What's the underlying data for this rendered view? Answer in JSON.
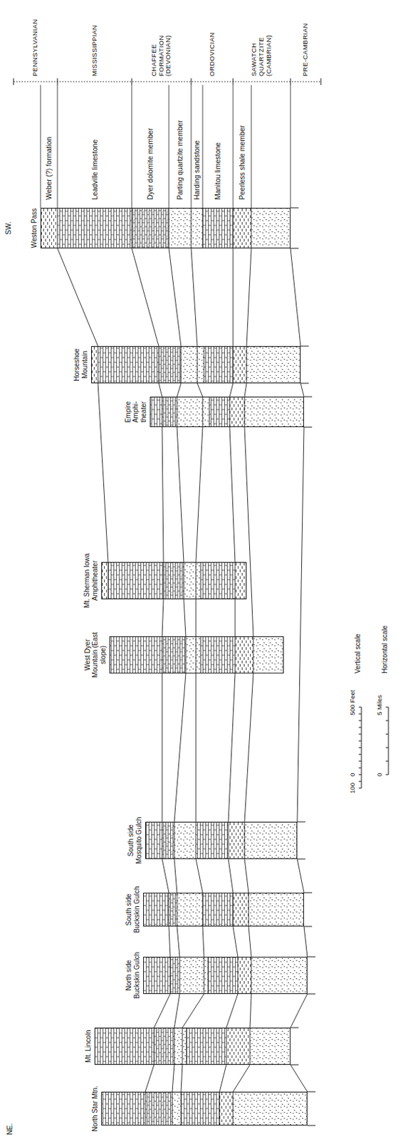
{
  "diagram": {
    "nodes": [
      {
        "text": [
          "Weston Pass"
        ]
      },
      {
        "text": [
          "Horseshoe Mountain"
        ]
      },
      {
        "text": [
          "Empire Amphi- theater"
        ]
      },
      {
        "text": [
          "Mt. Sherman Iowa Amphitheater"
        ]
      },
      {
        "text": [
          "West Dyer Mountain (East slope)"
        ]
      },
      {
        "text": [
          "South side Mosquito Gulch"
        ]
      },
      {
        "text": [
          "South side Buckskin Gulch"
        ]
      },
      {
        "text": [
          "North side Buckskin Gulch"
        ]
      },
      {
        "text": [
          "Mt. Lincoln"
        ]
      },
      {
        "text": [
          "North Star Mtn."
        ]
      }
    ],
    "edges": [
      {
        "from": 0,
        "to": 1,
        "arrow": "none"
      },
      {
        "from": 0,
        "to": 1,
        "arrow": "none"
      },
      {
        "from": 0,
        "to": 1,
        "arrow": "none"
      },
      {
        "from": 0,
        "to": 1,
        "arrow": "none"
      },
      {
        "from": 0,
        "to": 1,
        "arrow": "none"
      },
      {
        "from": 0,
        "to": 1,
        "arrow": "none"
      },
      {
        "from": 0,
        "to": 1,
        "arrow": "none"
      },
      {
        "from": 1,
        "to": 3,
        "arrow": "none"
      },
      {
        "from": 1,
        "to": 2,
        "arrow": "none"
      },
      {
        "from": 1,
        "to": 2,
        "arrow": "none"
      },
      {
        "from": 1,
        "to": 2,
        "arrow": "none"
      },
      {
        "from": 1,
        "to": 2,
        "arrow": "none"
      },
      {
        "from": 1,
        "to": 2,
        "arrow": "none"
      },
      {
        "from": 1,
        "to": 2,
        "arrow": "none"
      },
      {
        "from": 2,
        "to": 3,
        "arrow": "none"
      },
      {
        "from": 2,
        "to": 3,
        "arrow": "none"
      },
      {
        "from": 2,
        "to": 3,
        "arrow": "none"
      },
      {
        "from": 2,
        "to": 3,
        "arrow": "none"
      },
      {
        "from": 2,
        "to": 4,
        "arrow": "none"
      },
      {
        "from": 2,
        "to": 5,
        "arrow": "none"
      },
      {
        "from": 3,
        "to": 4,
        "arrow": "none"
      },
      {
        "from": 3,
        "to": 4,
        "arrow": "none"
      },
      {
        "from": 3,
        "to": 4,
        "arrow": "none"
      },
      {
        "from": 3,
        "to": 4,
        "arrow": "none"
      },
      {
        "from": 4,
        "to": 5,
        "arrow": "none"
      },
      {
        "from": 4,
        "to": 5,
        "arrow": "none"
      },
      {
        "from": 4,
        "to": 5,
        "arrow": "none"
      },
      {
        "from": 4,
        "to": 5,
        "arrow": "none"
      },
      {
        "from": 4,
        "to": 5,
        "arrow": "none"
      },
      {
        "from": 5,
        "to": 6,
        "arrow": "none"
      },
      {
        "from": 5,
        "to": 6,
        "arrow": "none"
      },
      {
        "from": 5,
        "to": 6,
        "arrow": "none"
      },
      {
        "from": 5,
        "to": 6,
        "arrow": "none"
      },
      {
        "from": 5,
        "to": 6,
        "arrow": "none"
      },
      {
        "from": 5,
        "to": 6,
        "arrow": "none"
      },
      {
        "from": 6,
        "to": 7,
        "arrow": "none"
      },
      {
        "from": 6,
        "to": 7,
        "arrow": "none"
      },
      {
        "from": 6,
        "to": 7,
        "arrow": "none"
      },
      {
        "from": 6,
        "to": 7,
        "arrow": "none"
      },
      {
        "from": 6,
        "to": 7,
        "arrow": "none"
      },
      {
        "from": 6,
        "to": 7,
        "arrow": "none"
      },
      {
        "from": 7,
        "to": 8,
        "arrow": "none"
      },
      {
        "from": 7,
        "to": 8,
        "arrow": "none"
      },
      {
        "from": 7,
        "to": 8,
        "arrow": "none"
      },
      {
        "from": 7,
        "to": 8,
        "arrow": "none"
      },
      {
        "from": 7,
        "to": 8,
        "arrow": "none"
      },
      {
        "from": 7,
        "to": 8,
        "arrow": "none"
      },
      {
        "from": 8,
        "to": 9,
        "arrow": "none"
      },
      {
        "from": 8,
        "to": 9,
        "arrow": "none"
      },
      {
        "from": 8,
        "to": 9,
        "arrow": "none"
      },
      {
        "from": 8,
        "to": 9,
        "arrow": "none"
      },
      {
        "from": 8,
        "to": 9,
        "arrow": "none"
      },
      {
        "from": 8,
        "to": 9,
        "arrow": "none"
      }
    ],
    "labels": [
      "SW.",
      "NE.",
      "PENNSYLVANIAN",
      "MISSISSIPPIAN",
      "CHAFFEE FORMATION (DEVONIAN)",
      "ORDOVICIAN",
      "SAWATCH QUARTZITE (CAMBRIAN)",
      "PRE-CAMBRIAN",
      "Weber (?) formation",
      "Leadville limestone",
      "Dyer dolomite member",
      "Parting quartzite member",
      "Harding sandstone",
      "Manitou limestone",
      "Peerless shale member",
      "Vertical scale",
      "100",
      "0",
      "500 Feet",
      "Horizontal scale",
      "0",
      "5 Miles"
    ]
  }
}
